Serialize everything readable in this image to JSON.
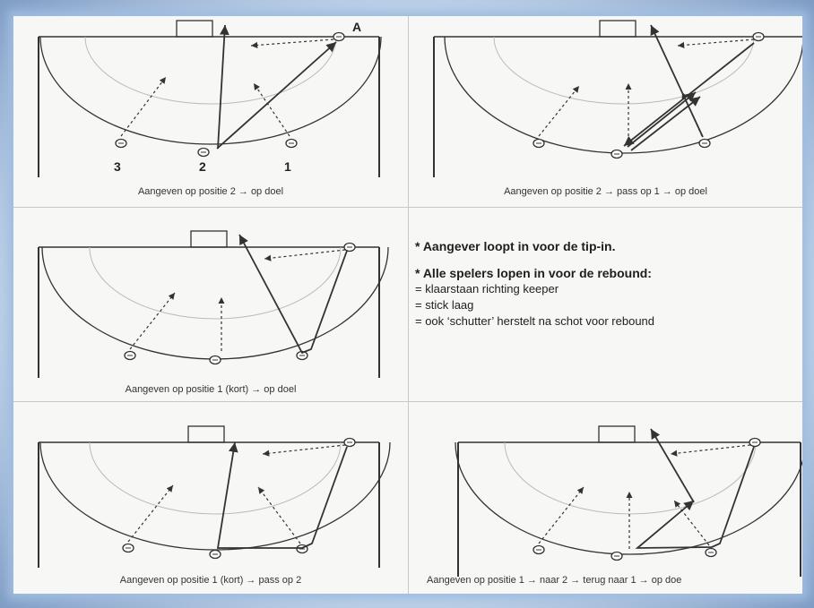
{
  "panels": [
    {
      "caption": "Aangeven op positie 2 → op doel",
      "labels": [
        "A",
        "3",
        "2",
        "1"
      ]
    },
    {
      "caption": "Aangeven op positie 2 → pass op 1 → op doel"
    },
    {
      "caption": "Aangeven op positie 1 (kort) → op doel"
    },
    {
      "caption": "Aangeven op positie 1 (kort) → pass op 2"
    },
    {
      "caption": "Aangeven op positie 1 → naar 2 → terug naar 1 → op doe"
    }
  ],
  "notes": {
    "line1": "* Aangever loopt in voor de tip-in.",
    "line2": "* Alle spelers lopen in voor de rebound:",
    "line3": "= klaarstaan richting keeper",
    "line4": "= stick laag",
    "line5": "= ook ‘schutter’ herstelt na schot voor rebound"
  }
}
